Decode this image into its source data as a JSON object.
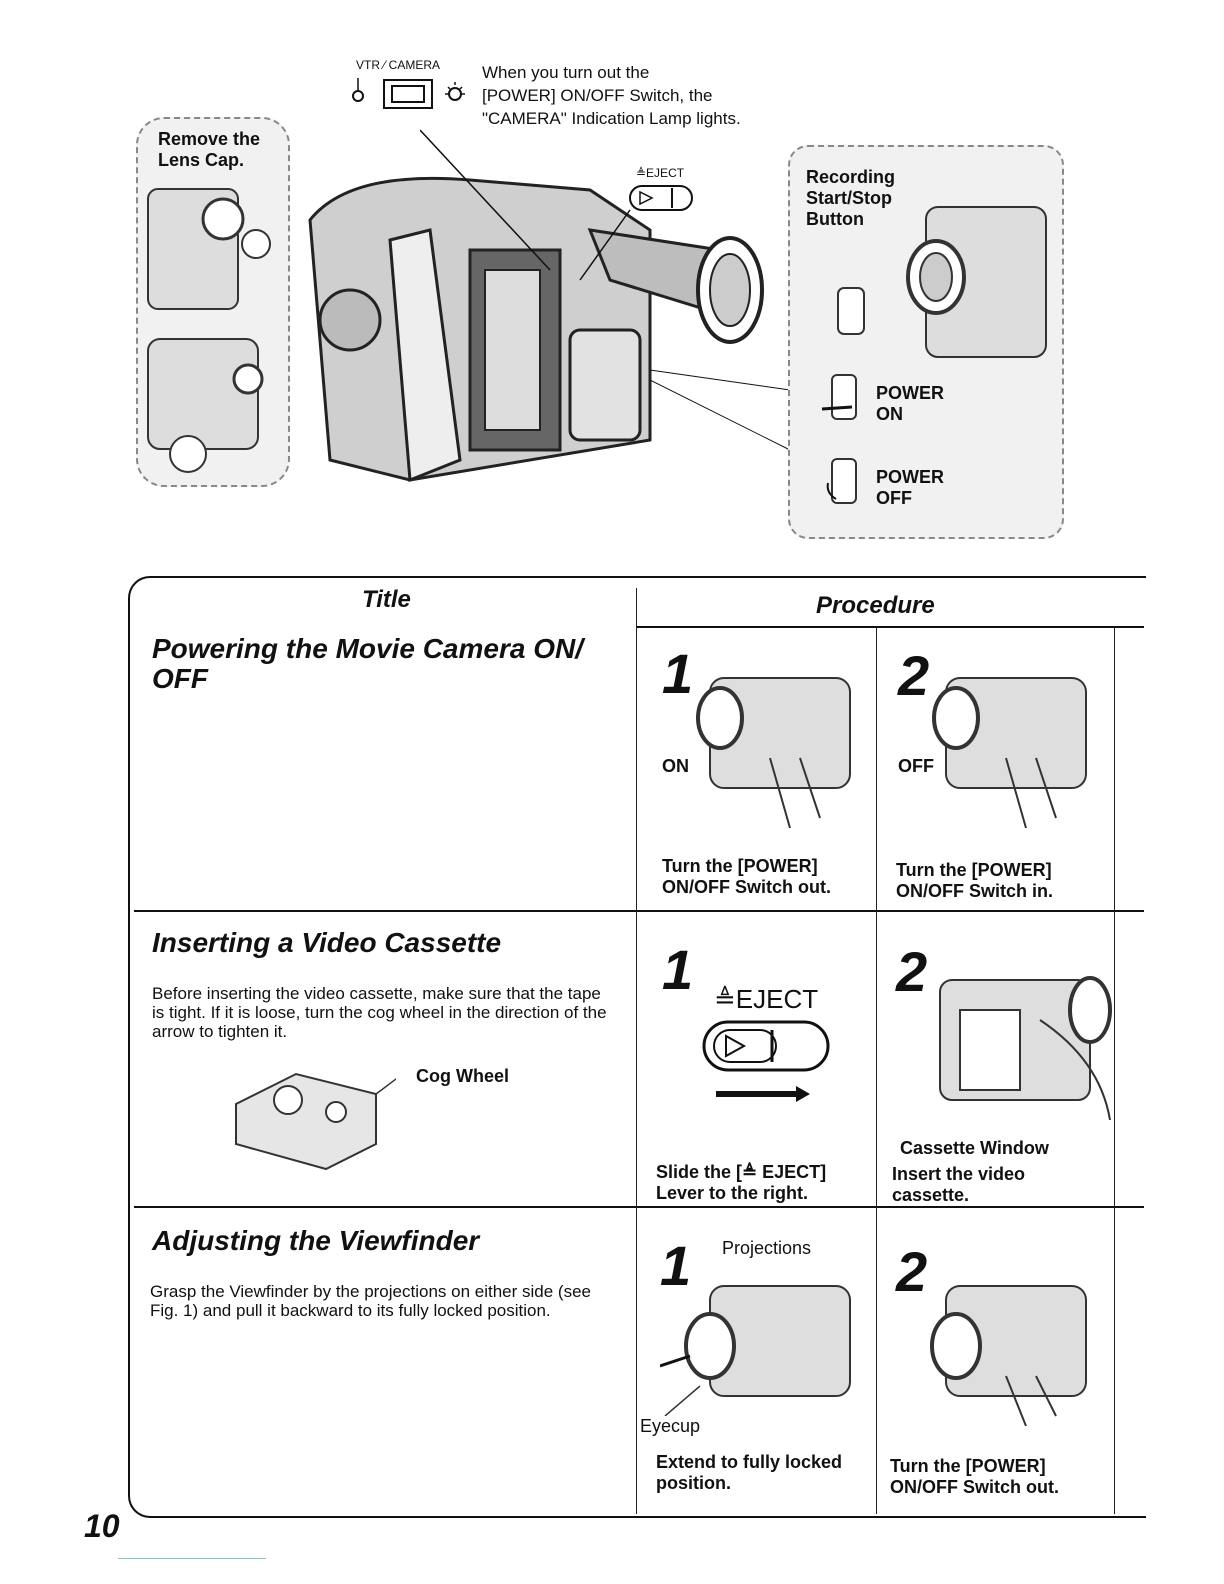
{
  "top": {
    "switch_label": "VTR ⁄ CAMERA",
    "lamp_note": "When you turn out the\n[POWER] ON/OFF Switch, the\n\"CAMERA\" Indication Lamp lights.",
    "lens_cap_label": "Remove the\nLens Cap.",
    "eject_label": "≜EJECT",
    "rec_button_label": "Recording\nStart/Stop\nButton",
    "power_on_label": "POWER\nON",
    "power_off_label": "POWER\nOFF"
  },
  "table": {
    "title_header": "Title",
    "procedure_header": "Procedure",
    "rows": [
      {
        "title": "Powering the Movie Camera ON/\nOFF",
        "body": "",
        "step1": {
          "num": "1",
          "fig_label": "ON",
          "caption": "Turn the [POWER]\nON/OFF Switch out."
        },
        "step2": {
          "num": "2",
          "fig_label": "OFF",
          "caption": "Turn the [POWER]\nON/OFF Switch in."
        }
      },
      {
        "title": "Inserting a Video Cassette",
        "body": "Before inserting the video cassette, make sure that the tape is tight. If it is loose, turn the cog wheel in the direction of the arrow to tighten it.",
        "cog_label": "Cog Wheel",
        "step1": {
          "num": "1",
          "fig_label": "≜EJECT",
          "caption": "Slide the [≜ EJECT]\nLever to the right."
        },
        "step2": {
          "num": "2",
          "fig_label": "Cassette Window",
          "caption": "Insert the video\ncassette."
        }
      },
      {
        "title": "Adjusting the Viewfinder",
        "body": "Grasp the Viewfinder by the projections on either side (see Fig. 1) and pull it backward to its fully locked position.",
        "step1": {
          "num": "1",
          "fig_label": "Projections",
          "fig_label2": "Eyecup",
          "caption": "Extend to fully locked\nposition."
        },
        "step2": {
          "num": "2",
          "fig_label": "",
          "caption": "Turn the [POWER]\nON/OFF Switch out."
        }
      }
    ]
  },
  "page_number": "10"
}
